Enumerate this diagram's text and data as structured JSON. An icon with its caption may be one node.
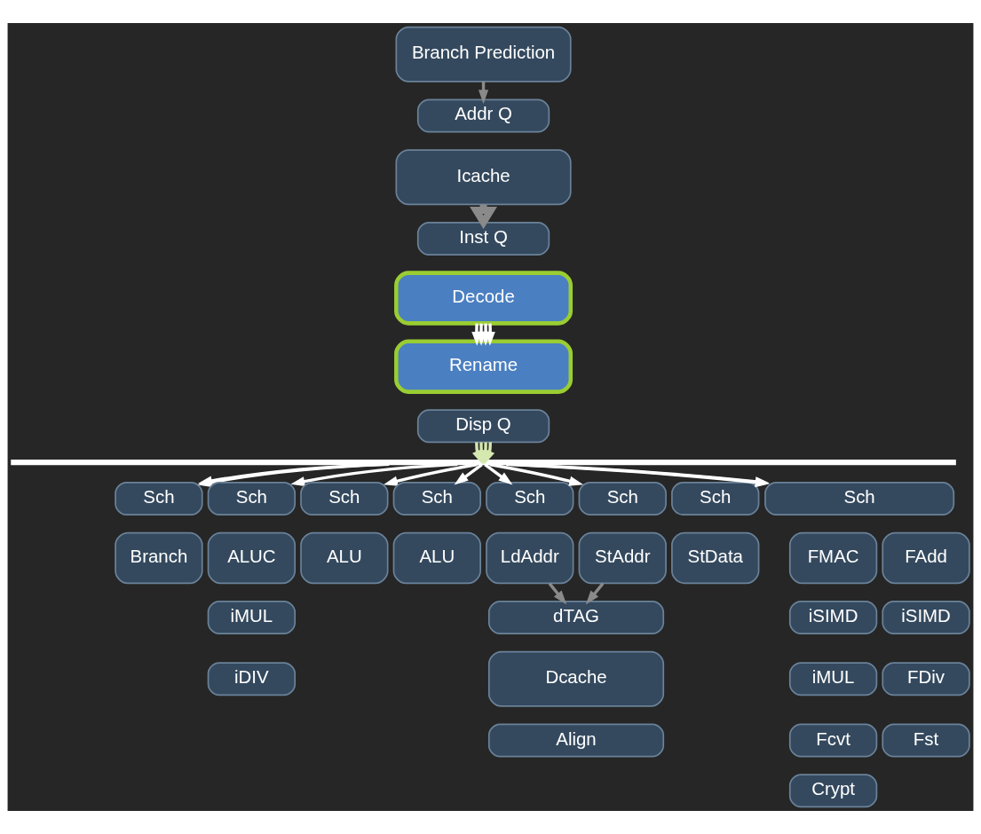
{
  "diagram": {
    "nodes": [
      {
        "text": [
          "Branch Prediction"
        ]
      },
      {
        "text": [
          "Addr Q"
        ]
      },
      {
        "text": [
          "Icache"
        ]
      },
      {
        "text": [
          "Inst Q"
        ]
      },
      {
        "text": [
          "Decode"
        ]
      },
      {
        "text": [
          "Rename"
        ]
      },
      {
        "text": [
          "Disp Q"
        ]
      },
      {
        "text": [],
        "shape": "bar"
      },
      {
        "text": [
          "Sch"
        ]
      },
      {
        "text": [
          "Sch"
        ]
      },
      {
        "text": [
          "Sch"
        ]
      },
      {
        "text": [
          "Sch"
        ]
      },
      {
        "text": [
          "Sch"
        ]
      },
      {
        "text": [
          "Sch"
        ]
      },
      {
        "text": [
          "Sch"
        ]
      },
      {
        "text": [
          "Sch"
        ]
      },
      {
        "text": [
          "Branch"
        ]
      },
      {
        "text": [
          "ALUC"
        ]
      },
      {
        "text": [
          "ALU"
        ]
      },
      {
        "text": [
          "ALU"
        ]
      },
      {
        "text": [
          "LdAddr"
        ]
      },
      {
        "text": [
          "StAddr"
        ]
      },
      {
        "text": [
          "StData"
        ]
      },
      {
        "text": [
          "FMAC"
        ]
      },
      {
        "text": [
          "FAdd"
        ]
      },
      {
        "text": [
          "iMUL"
        ]
      },
      {
        "text": [
          "iDIV"
        ]
      },
      {
        "text": [
          "dTAG"
        ]
      },
      {
        "text": [
          "Dcache"
        ]
      },
      {
        "text": [
          "Align"
        ]
      },
      {
        "text": [
          "iSIMD"
        ]
      },
      {
        "text": [
          "iSIMD"
        ]
      },
      {
        "text": [
          "iMUL"
        ]
      },
      {
        "text": [
          "FDiv"
        ]
      },
      {
        "text": [
          "Fcvt"
        ]
      },
      {
        "text": [
          "Fst"
        ]
      },
      {
        "text": [
          "Crypt"
        ]
      }
    ],
    "edges": [
      {
        "from": 0,
        "to": 1,
        "arrow": "to",
        "color": "#8a8a8a"
      },
      {
        "from": 2,
        "to": 3,
        "arrow": "to",
        "style": "thick",
        "color": "#8a8a8a"
      },
      {
        "from": 4,
        "to": 5,
        "arrow": "to"
      },
      {
        "from": 4,
        "to": 5,
        "arrow": "to"
      },
      {
        "from": 4,
        "to": 5,
        "arrow": "to"
      },
      {
        "from": 4,
        "to": 5,
        "arrow": "to"
      },
      {
        "from": 6,
        "to": 7,
        "arrow": "to",
        "color": "#d4e8b0"
      },
      {
        "from": 6,
        "to": 7,
        "arrow": "to",
        "color": "#d4e8b0"
      },
      {
        "from": 6,
        "to": 7,
        "arrow": "to",
        "color": "#d4e8b0"
      },
      {
        "from": 6,
        "to": 7,
        "arrow": "to",
        "color": "#d4e8b0"
      },
      {
        "from": 7,
        "to": 8,
        "arrow": "to"
      },
      {
        "from": 7,
        "to": 8,
        "arrow": "to"
      },
      {
        "from": 7,
        "to": 9,
        "arrow": "to"
      },
      {
        "from": 7,
        "to": 10,
        "arrow": "to"
      },
      {
        "from": 7,
        "to": 11,
        "arrow": "to"
      },
      {
        "from": 7,
        "to": 12,
        "arrow": "to"
      },
      {
        "from": 7,
        "to": 13,
        "arrow": "to"
      },
      {
        "from": 7,
        "to": 15,
        "arrow": "to"
      },
      {
        "from": 7,
        "to": 15,
        "arrow": "to"
      },
      {
        "from": 20,
        "to": 27,
        "arrow": "to",
        "color": "#8a8a8a"
      },
      {
        "from": 21,
        "to": 27,
        "arrow": "to",
        "color": "#8a8a8a"
      }
    ]
  }
}
